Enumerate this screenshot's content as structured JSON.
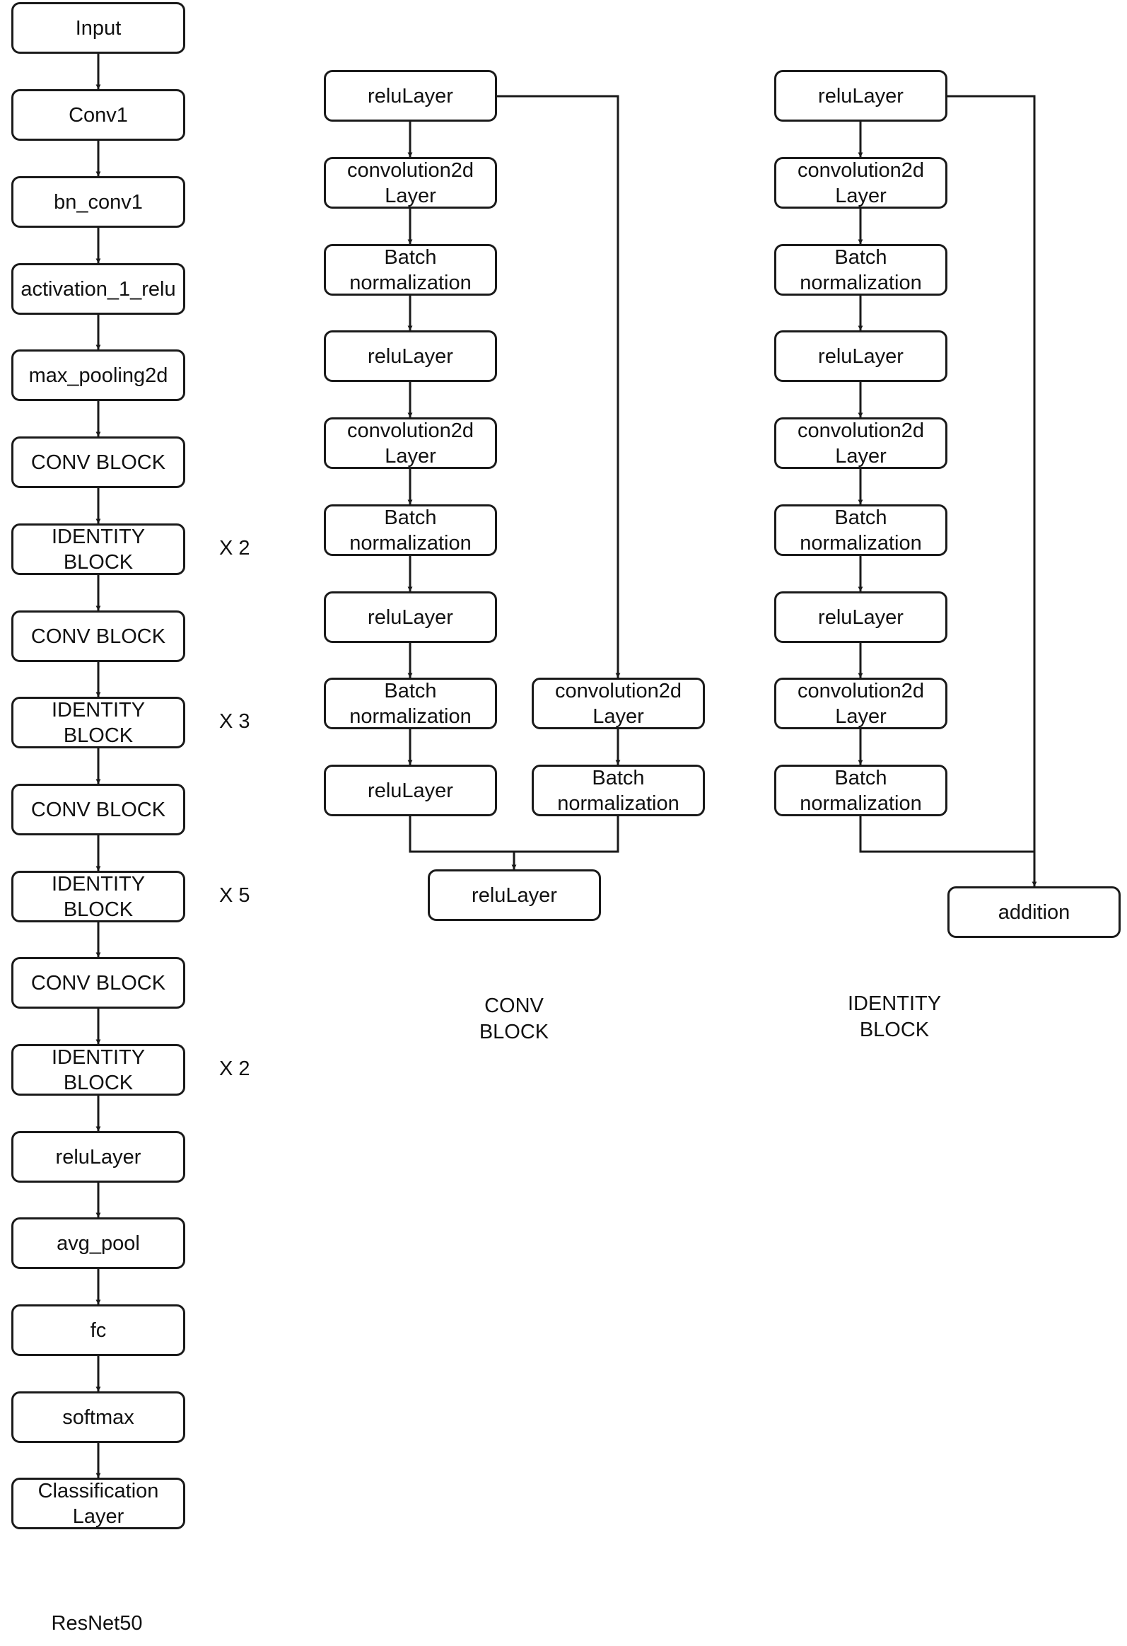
{
  "resnet50": {
    "caption": "ResNet50",
    "layers": [
      "Input",
      "Conv1",
      "bn_conv1",
      "activation_1_relu",
      "max_pooling2d",
      "CONV BLOCK",
      "IDENTITY\nBLOCK",
      "CONV BLOCK",
      "IDENTITY\nBLOCK",
      "CONV BLOCK",
      "IDENTITY\nBLOCK",
      "CONV BLOCK",
      "IDENTITY\nBLOCK",
      "reluLayer",
      "avg_pool",
      "fc",
      "softmax",
      "Classification\nLayer"
    ],
    "repeats": [
      "X 2",
      "X 3",
      "X 5",
      "X 2"
    ]
  },
  "conv_block": {
    "caption": "CONV\nBLOCK",
    "main_path": [
      "reluLayer",
      "convolution2d\nLayer",
      "Batch\nnormalization",
      "reluLayer",
      "convolution2d\nLayer",
      "Batch\nnormalization",
      "reluLayer",
      "Batch\nnormalization",
      "reluLayer"
    ],
    "shortcut_path": [
      "convolution2d\nLayer",
      "Batch\nnormalization"
    ],
    "output": "reluLayer"
  },
  "identity_block": {
    "caption": "IDENTITY\nBLOCK",
    "main_path": [
      "reluLayer",
      "convolution2d\nLayer",
      "Batch\nnormalization",
      "reluLayer",
      "convolution2d\nLayer",
      "Batch\nnormalization",
      "reluLayer",
      "convolution2d\nLayer",
      "Batch\nnormalization"
    ],
    "output": "addition"
  }
}
